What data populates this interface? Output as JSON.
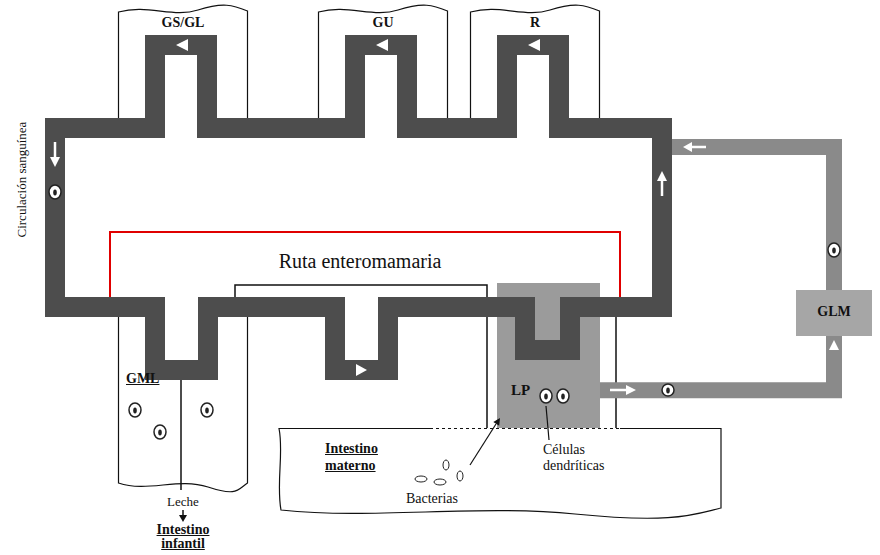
{
  "diagram": {
    "nodes": [
      {
        "text": [
          "GS/GL"
        ]
      },
      {
        "text": [
          "GU"
        ]
      },
      {
        "text": [
          "R"
        ]
      },
      {
        "text": [
          "GML"
        ]
      },
      {
        "text": [
          "LP"
        ]
      },
      {
        "text": [
          "GLM"
        ]
      },
      {
        "text": [
          "Intestino materno"
        ]
      }
    ],
    "edges": [
      {
        "from": 4,
        "to": 5,
        "arrow": "to"
      }
    ],
    "labels": [
      "Circulación sanguínea",
      "Ruta enteromamaria",
      "Leche",
      "Intestino infantil",
      "Bacterias",
      "Células dendríticas"
    ]
  }
}
